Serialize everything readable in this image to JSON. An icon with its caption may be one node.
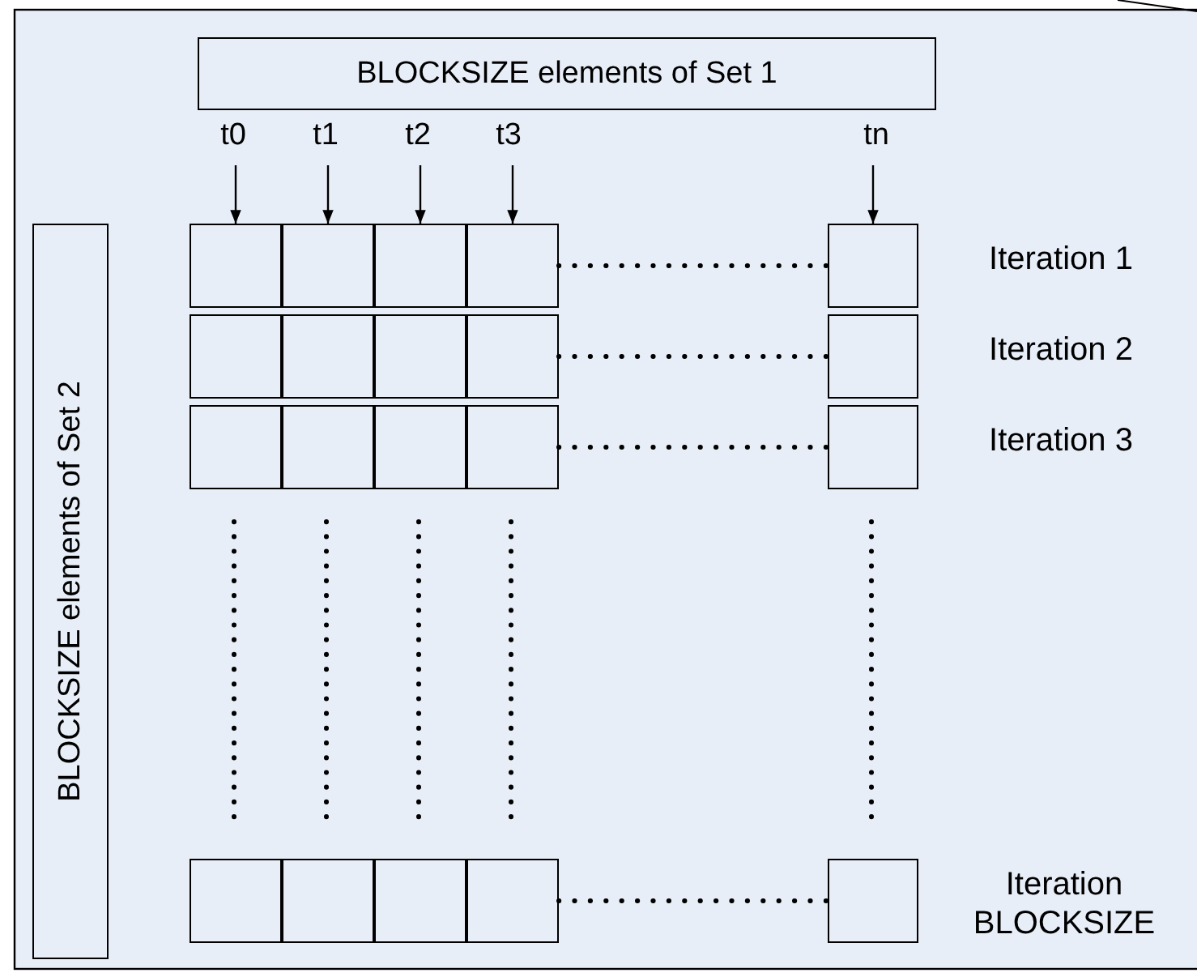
{
  "diagram": {
    "nodes": [
      {
        "text": [
          "BLOCKSIZE elements of Set 1"
        ]
      },
      {
        "text": [
          "t0"
        ]
      },
      {
        "text": [
          "t1"
        ]
      },
      {
        "text": [
          "t2"
        ]
      },
      {
        "text": [
          "t3"
        ]
      },
      {
        "text": [
          "tn"
        ]
      },
      {
        "text": [
          "BLOCKSIZE elements of Set 2"
        ]
      },
      {
        "text": [],
        "shape": "box"
      },
      {
        "text": [],
        "shape": "box"
      },
      {
        "text": [],
        "shape": "box"
      },
      {
        "text": [],
        "shape": "box"
      },
      {
        "text": [],
        "shape": "box"
      },
      {
        "text": [],
        "shape": "box"
      },
      {
        "text": [],
        "shape": "box"
      },
      {
        "text": [],
        "shape": "box"
      },
      {
        "text": [],
        "shape": "box"
      },
      {
        "text": [],
        "shape": "box"
      },
      {
        "text": [],
        "shape": "box"
      },
      {
        "text": [],
        "shape": "box"
      },
      {
        "text": [],
        "shape": "box"
      },
      {
        "text": [],
        "shape": "box"
      },
      {
        "text": [],
        "shape": "box"
      },
      {
        "text": [],
        "shape": "box"
      },
      {
        "text": [],
        "shape": "box"
      },
      {
        "text": [],
        "shape": "box"
      },
      {
        "text": [],
        "shape": "box"
      },
      {
        "text": [],
        "shape": "box"
      }
    ],
    "edges": [
      {
        "from": 1,
        "to": 7,
        "arrow": "to"
      },
      {
        "from": 2,
        "to": 8,
        "arrow": "to"
      },
      {
        "from": 3,
        "to": 9,
        "arrow": "to"
      },
      {
        "from": 4,
        "to": 10,
        "arrow": "to"
      },
      {
        "from": 5,
        "to": 11,
        "arrow": "to"
      },
      {
        "from": 10,
        "to": 11,
        "arrow": "none",
        "style": "dashed"
      },
      {
        "from": 15,
        "to": 16,
        "arrow": "none",
        "style": "dashed"
      },
      {
        "from": 20,
        "to": 21,
        "arrow": "none",
        "style": "dashed"
      },
      {
        "from": 25,
        "to": 26,
        "arrow": "none",
        "style": "dashed"
      }
    ],
    "labels": [
      "Iteration 1",
      "Iteration 2",
      "Iteration 3",
      "Iteration BLOCKSIZE"
    ]
  }
}
